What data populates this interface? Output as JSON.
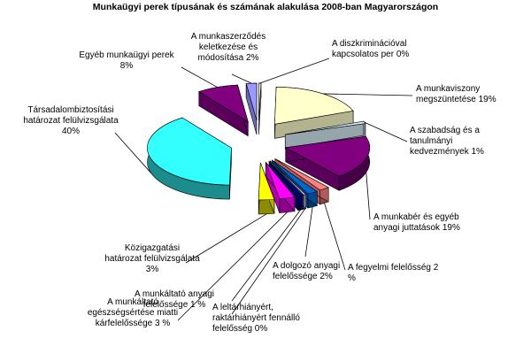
{
  "chart_data": {
    "type": "pie",
    "title": "Munkaügyi perek típusának és számának alakulása 2008-ban Magyarországon",
    "style": "3d-exploded",
    "legend": "none",
    "slices": [
      {
        "label": [
          "A diszkriminációval",
          "kapcsolatos per 0%"
        ],
        "value": 0.3,
        "color": "#ffffff"
      },
      {
        "label": [
          "A munkaviszony",
          "megszüntetése 19%"
        ],
        "value": 19,
        "color": "#ffffcc"
      },
      {
        "label": [
          "A szabadság és a",
          "tanulmányi",
          "kedvezmények 1%"
        ],
        "value": 1,
        "color": "#d6ecf4"
      },
      {
        "label": [
          "A munkabér és egyéb",
          "anyagi juttatások 19%"
        ],
        "value": 19,
        "color": "#800080"
      },
      {
        "label": [
          "A fegyelmi felelősség 2",
          "%"
        ],
        "value": 2,
        "color": "#ff8080"
      },
      {
        "label": [
          "A dolgozó anyagi",
          "felelőssége 2%"
        ],
        "value": 2,
        "color": "#0066cc"
      },
      {
        "label": [
          "A leltárhiányért,",
          "raktárhiányért fennálló",
          "felelősség 0%"
        ],
        "value": 0.4,
        "color": "#d8d8ff"
      },
      {
        "label": [
          "A munkáltató anyagi",
          "felelőssége 1 %"
        ],
        "value": 1,
        "color": "#000080"
      },
      {
        "label": [
          "A munkáltató",
          "egészségsértése miatti",
          "kárfelelőssége 3 %"
        ],
        "value": 3,
        "color": "#ff00ff"
      },
      {
        "label": [
          "Közigazgatási",
          "határozat felülvizsgálata",
          "3%"
        ],
        "value": 3,
        "color": "#ffff00"
      },
      {
        "label": [
          "Társadalombiztosítási",
          "határozat felülvizsgálata",
          "40%"
        ],
        "value": 40,
        "color": "#33ffff"
      },
      {
        "label": [
          "Egyéb munkaügyi perek",
          "8%"
        ],
        "value": 8,
        "color": "#800080"
      },
      {
        "label": [
          "A munkaszerződés",
          "keletkezése és",
          "módosítása 2%"
        ],
        "value": 2,
        "color": "#9999ff"
      }
    ]
  }
}
